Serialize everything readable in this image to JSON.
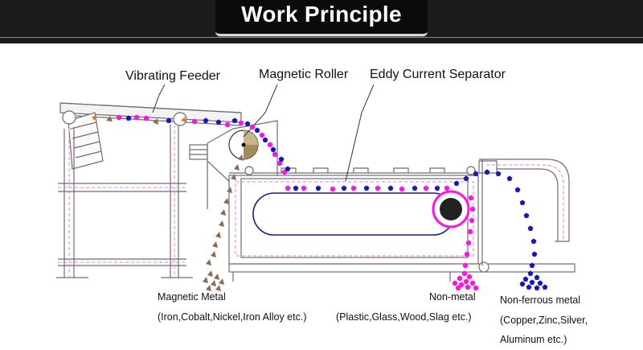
{
  "header": {
    "title": "Work Principle"
  },
  "labels": {
    "vibrating_feeder": "Vibrating Feeder",
    "magnetic_roller": "Magnetic Roller",
    "eddy_current_separator": "Eddy Current Separator"
  },
  "outputs": {
    "magnetic": {
      "title": "Magnetic Metal",
      "detail": "(Iron,Cobalt,Nickel,Iron Alloy etc.)"
    },
    "non_metal": {
      "title": "Non-metal",
      "detail": "(Plastic,Glass,Wood,Slag etc.)"
    },
    "non_ferrous": {
      "title": "Non-ferrous metal",
      "detail_1": "(Copper,Zinc,Silver,",
      "detail_2": "Aluminum etc.)"
    }
  },
  "colors": {
    "magnetic_particle": "#8b6b55",
    "non_metal_particle": "#ff14e6",
    "non_ferrous_particle": "#1414c8",
    "frame_line": "#6e6e6e",
    "dashed_guide": "#ff6bff",
    "banner": "#111111"
  }
}
